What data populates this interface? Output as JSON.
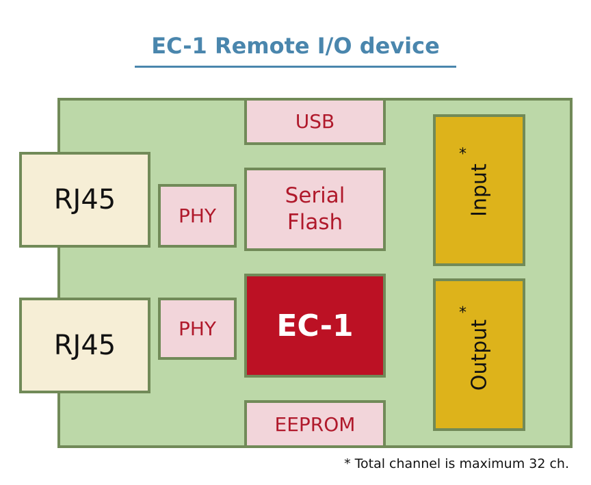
{
  "title": "EC-1 Remote I/O device",
  "rj45_top": "RJ45",
  "rj45_bottom": "RJ45",
  "phy_top": "PHY",
  "phy_bottom": "PHY",
  "usb": "USB",
  "serial_flash_line1": "Serial",
  "serial_flash_line2": "Flash",
  "ec1": "EC-1",
  "eeprom": "EEPROM",
  "input": "Input",
  "output": "Output",
  "asterisk": "*",
  "footnote": "* Total channel is maximum 32 ch.",
  "colors": {
    "title": "#4a86ad",
    "board": "#bcd8a8",
    "border": "#718a58",
    "connector": "#f6eed6",
    "component": "#f2d5da",
    "component_text": "#b0192b",
    "chip": "#bc1124",
    "io_block": "#ddb31b"
  }
}
